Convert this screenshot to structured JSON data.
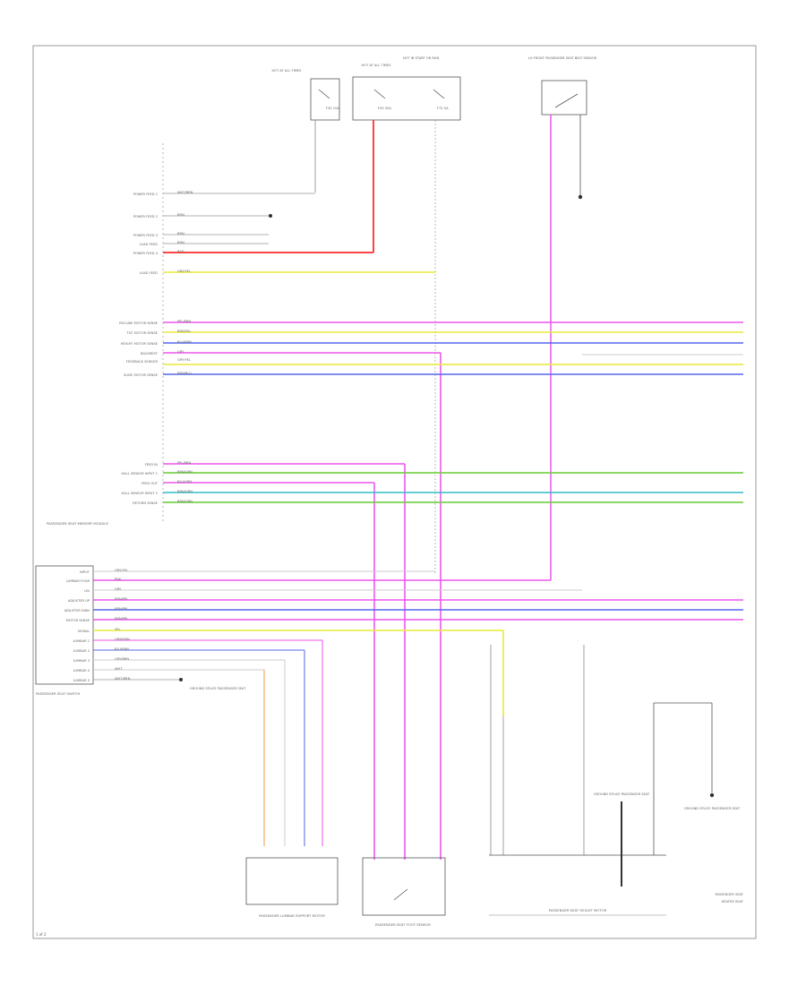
{
  "top_components": [
    {
      "title": "HOT AT ALL TIMES"
    },
    {
      "title": "HOT AT ALL TIMES"
    },
    {
      "title": "HOT IN START OR RUN"
    },
    {
      "title": "LH FRONT PASSENGER SEAT BELT SENSOR"
    }
  ],
  "fuses": [
    {
      "label": "F30 10A"
    },
    {
      "label": "F45 30A"
    },
    {
      "label": "F72 5A"
    }
  ],
  "module_upper": {
    "title": "PASSENGER SEAT MEMORY MODULE",
    "pins": [
      {
        "label": "POWER FEED 1",
        "wire": "WHT/BRN"
      },
      {
        "label": "POWER FEED 2",
        "wire": "BRN"
      },
      {
        "label": "POWER FEED 3",
        "wire": "BRN"
      },
      {
        "label": "LOAD FEED",
        "wire": "BRN"
      },
      {
        "label": "POWER FEED 4",
        "wire": "RED"
      },
      {
        "label": "LOAD FEED",
        "wire": "GRY/YEL"
      },
      {
        "label": "RECLINE MOTOR SENSE",
        "wire": "PPL/BRN"
      },
      {
        "label": "TILT MOTOR SENSE",
        "wire": "BRN/YEL"
      },
      {
        "label": "HEIGHT MOTOR SENSE",
        "wire": "BLU/BRN"
      },
      {
        "label": "BACKREST",
        "wire": "GRY"
      },
      {
        "label": "FEEDBACK SENSOR",
        "wire": "GRY/YEL"
      },
      {
        "label": "SLIDE MOTOR SENSE",
        "wire": "BRN/BLU"
      },
      {
        "label": "FEED IN",
        "wire": "PPL/BRN"
      },
      {
        "label": "HALL SENSOR INPUT 1",
        "wire": "BRN/GRN"
      },
      {
        "label": "FEED OUT",
        "wire": "BLU/GRN"
      },
      {
        "label": "HALL SENSOR INPUT 2",
        "wire": "BRN/GRN"
      },
      {
        "label": "RETURN SENSE",
        "wire": "BRN/GRN"
      }
    ]
  },
  "module_lower": {
    "title": "PASSENGER SEAT SWITCH",
    "pins": [
      {
        "label": "INPUT",
        "wire": "GRY/YEL"
      },
      {
        "label": "LUMBAR FOUR",
        "wire": "PNK"
      },
      {
        "label": "LIN",
        "wire": "GRY"
      },
      {
        "label": "ADJUSTER UP",
        "wire": "BRN/PPL"
      },
      {
        "label": "ADJUSTER DWN",
        "wire": "BRN/PPL"
      },
      {
        "label": "MOTOR SENSE",
        "wire": "BRN/PPL"
      },
      {
        "label": "SIGNAL",
        "wire": "YEL"
      },
      {
        "label": "LUMBAR 1",
        "wire": "ORN/BRN"
      },
      {
        "label": "LUMBAR 2",
        "wire": "BLU/BRN"
      },
      {
        "label": "LUMBAR 3",
        "wire": "GRY/BRN"
      },
      {
        "label": "LUMBAR 4",
        "wire": "WHT"
      },
      {
        "label": "LUMBAR 5",
        "wire": "WHT/BRN"
      }
    ]
  },
  "ground_labels": [
    {
      "text": "GROUND SPLICE PASSENGER SEAT"
    },
    {
      "text": "GROUND SPLICE PASSENGER SEAT"
    },
    {
      "text": "GROUND SPLICE PASSENGER SEAT"
    }
  ],
  "bottom_components": [
    {
      "title": "PASSENGER LUMBAR SUPPORT MOTOR"
    },
    {
      "title": "PASSENGER SEAT FOOT SENSOR"
    },
    {
      "title": "PASSENGER SEAT HEIGHT MOTOR"
    }
  ],
  "side_labels": [
    {
      "text": "PASSENGER SEAT"
    },
    {
      "text": "HEATED SEAT"
    }
  ],
  "footer": {
    "ref": "1 of 2"
  },
  "wire_colors": {
    "pink": "#ee55ee",
    "red": "#ff4444",
    "yellow": "#e8e83a",
    "blue": "#5566ee",
    "green": "#66cc33",
    "cyan": "#33bbcc",
    "orange": "#ee9944",
    "grey": "#bbbbbb",
    "black": "#333333"
  }
}
